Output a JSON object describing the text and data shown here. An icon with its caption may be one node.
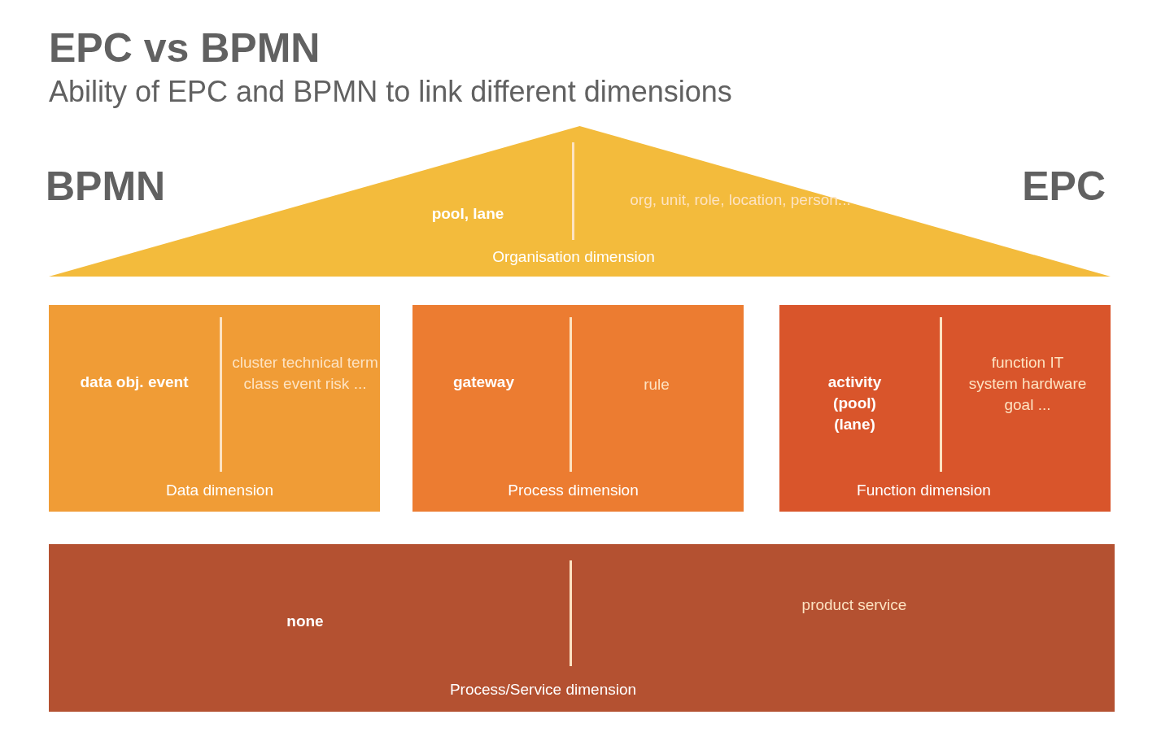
{
  "diagram": {
    "title": "EPC vs BPMN",
    "nodes": [
      {
        "text": [
          "pool, lane",
          "org, unit, role, location, person...",
          "Organisation dimension"
        ]
      },
      {
        "text": [
          "data obj. event",
          "cluster technical term class event risk ...",
          "Data dimension"
        ]
      },
      {
        "text": [
          "gateway",
          "rule",
          "Process dimension"
        ]
      },
      {
        "text": [
          "activity (pool) (lane)",
          "function IT system hardware goal ...",
          "Function dimension"
        ]
      },
      {
        "text": [
          "none",
          "product service",
          "Process/Service dimension"
        ]
      }
    ],
    "labels": [
      "Ability of EPC and BPMN to link different dimensions",
      "BPMN",
      "EPC"
    ]
  }
}
